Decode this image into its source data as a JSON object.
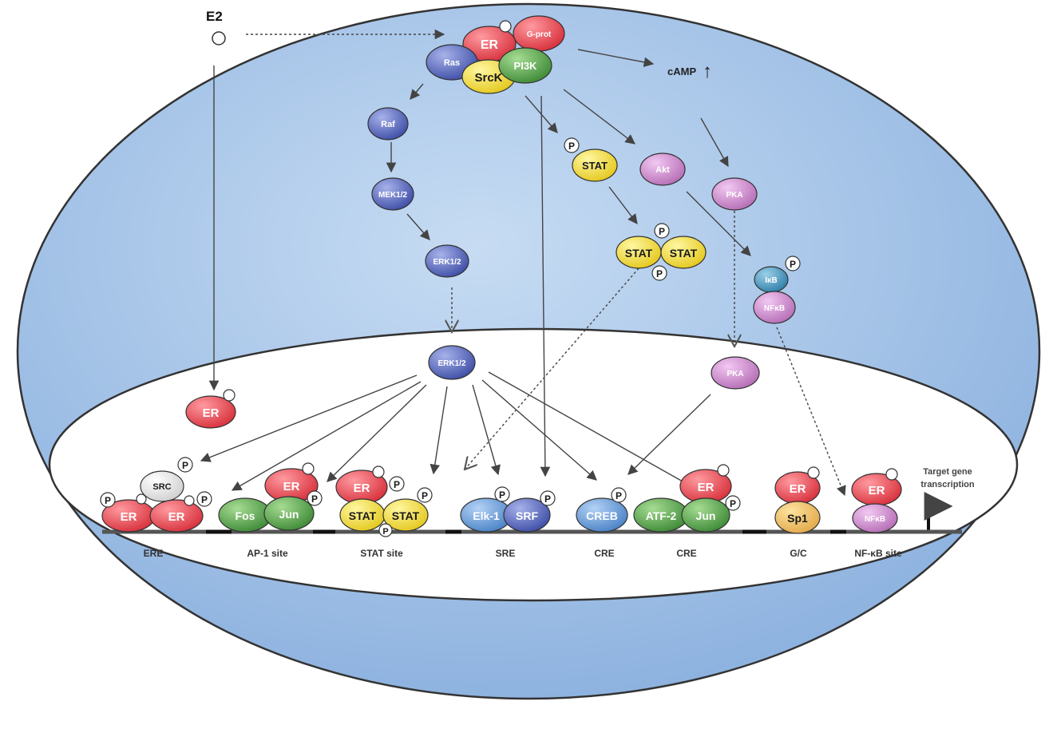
{
  "ligand": {
    "label": "E2"
  },
  "membrane": {
    "er": "ER",
    "gprot": "G-prot",
    "ras": "Ras",
    "srck": "SrcK",
    "pi3k": "PI3K",
    "camp": "cAMP",
    "camp_arrow": "↑"
  },
  "cytoplasm": {
    "raf": "Raf",
    "mek": "MEK1/2",
    "erk": "ERK1/2",
    "stat": "STAT",
    "stat_dimer_left": "STAT",
    "stat_dimer_right": "STAT",
    "akt": "Akt",
    "pka": "PKA",
    "ikb": "IκB",
    "nfkb": "NFκB"
  },
  "nucleus": {
    "erk": "ERK1/2",
    "pka": "PKA",
    "er": "ER"
  },
  "phospho": "P",
  "sites": [
    {
      "id": "ere",
      "label": "ERE",
      "proteins": [
        "SRC",
        "ER",
        "ER"
      ]
    },
    {
      "id": "ap1",
      "label": "AP-1 site",
      "proteins": [
        "ER",
        "Fos",
        "Jun"
      ]
    },
    {
      "id": "stat",
      "label": "STAT site",
      "proteins": [
        "ER",
        "STAT",
        "STAT"
      ]
    },
    {
      "id": "sre",
      "label": "SRE",
      "proteins": [
        "Elk-1",
        "SRF"
      ]
    },
    {
      "id": "cre1",
      "label": "CRE",
      "proteins": [
        "CREB"
      ]
    },
    {
      "id": "cre2",
      "label": "CRE",
      "proteins": [
        "ER",
        "ATF-2",
        "Jun"
      ]
    },
    {
      "id": "gc",
      "label": "G/C",
      "proteins": [
        "ER",
        "Sp1"
      ]
    },
    {
      "id": "nfkb",
      "label": "NF-κB site",
      "proteins": [
        "ER",
        "NFκB"
      ]
    }
  ],
  "target": {
    "line1": "Target gene",
    "line2": "transcription"
  },
  "colors": {
    "cell": "#9dbfe6",
    "cell_edge": "#3a3a3a",
    "nucleus": "#ffffff",
    "er_red": "#e64c55",
    "blue_kinase": "#5565b8",
    "yellow": "#f2e04a",
    "green": "#5a9e4e",
    "pink": "#cf8fcf",
    "light_blue": "#6c9fd8",
    "gray_white": "#ececec"
  }
}
